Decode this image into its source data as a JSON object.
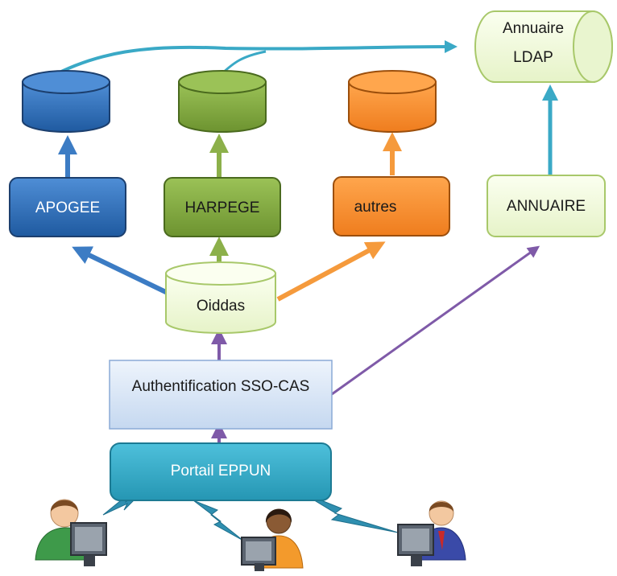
{
  "nodes": {
    "ldap": {
      "line1": "Annuaire",
      "line2": "LDAP"
    },
    "apogee": "APOGEE",
    "harpege": "HARPEGE",
    "autres": "autres",
    "annuaire": "ANNUAIRE",
    "oiddas": "Oiddas",
    "auth": "Authentification SSO-CAS",
    "portail": "Portail EPPUN"
  },
  "colors": {
    "blue": "#2f6fb8",
    "green": "#7ea23a",
    "orange": "#f28a2e",
    "pale_green": "#f1f9dc",
    "pale_green_border": "#a8c86a",
    "teal": "#2fa7c5",
    "purple": "#7f5aa8",
    "light_blue": "#dbe7f7"
  }
}
